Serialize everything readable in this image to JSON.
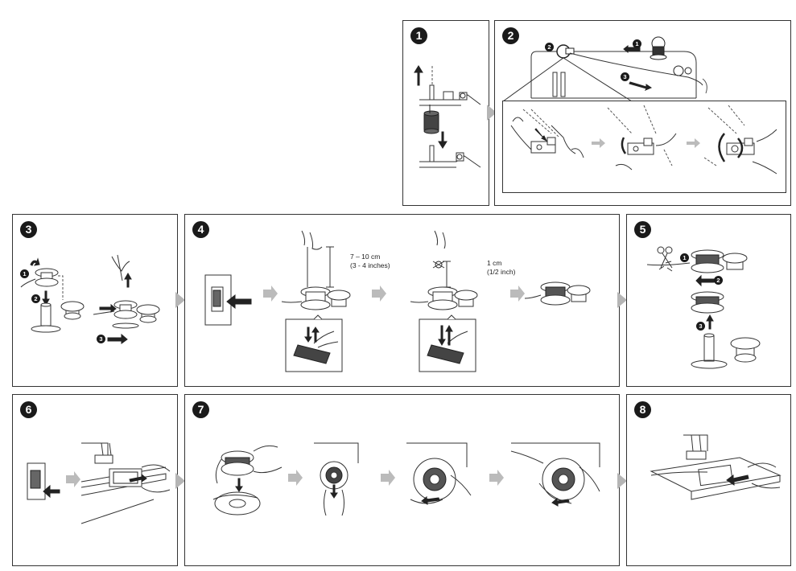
{
  "steps": [
    {
      "num": "1"
    },
    {
      "num": "2"
    },
    {
      "num": "3"
    },
    {
      "num": "4"
    },
    {
      "num": "5"
    },
    {
      "num": "6"
    },
    {
      "num": "7"
    },
    {
      "num": "8"
    }
  ],
  "step2": {
    "callouts": [
      "1",
      "2",
      "3"
    ]
  },
  "step3": {
    "callouts": [
      "1",
      "2",
      "3"
    ]
  },
  "step4": {
    "measure1_value": "7 – 10 cm",
    "measure1_alt": "(3 - 4 inches)",
    "measure2_value": "1 cm",
    "measure2_alt": "(1/2 inch)"
  },
  "step5": {
    "callouts": [
      "1",
      "2",
      "3"
    ]
  }
}
